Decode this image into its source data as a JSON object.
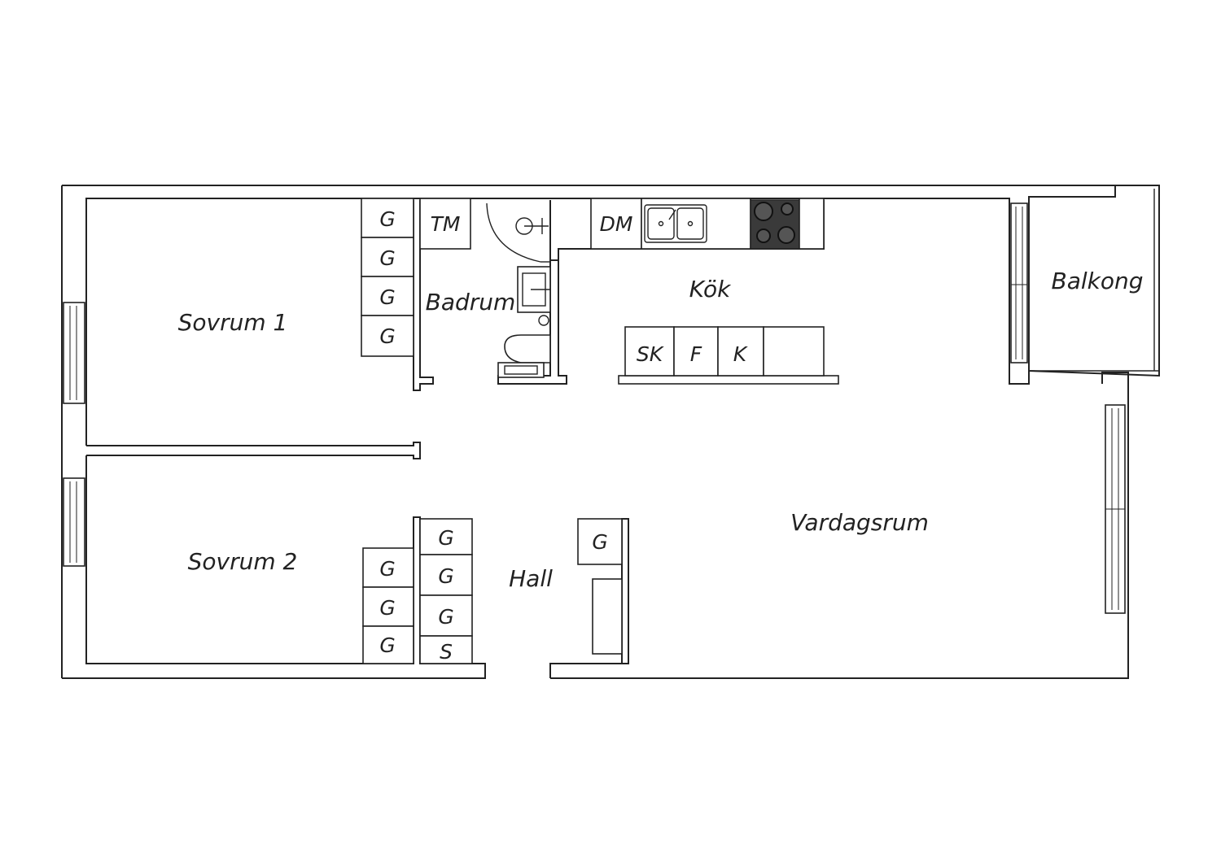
{
  "colors": {
    "line": "#222222",
    "background": "#ffffff",
    "stove": "#3a3a3a"
  },
  "rooms": {
    "sovrum1": "Sovrum 1",
    "sovrum2": "Sovrum 2",
    "badrum": "Badrum",
    "kok": "Kök",
    "balkong": "Balkong",
    "hall": "Hall",
    "vardagsrum": "Vardagsrum"
  },
  "fixtures": {
    "wardrobe": "G",
    "washing_machine": "TM",
    "dishwasher": "DM",
    "freezer_cabinet": "SK",
    "freezer": "F",
    "fridge": "K",
    "cleaning_cabinet": "S"
  },
  "icons": [
    "sink-icon",
    "stove-icon",
    "toilet-icon",
    "shower-icon",
    "window-icon"
  ]
}
